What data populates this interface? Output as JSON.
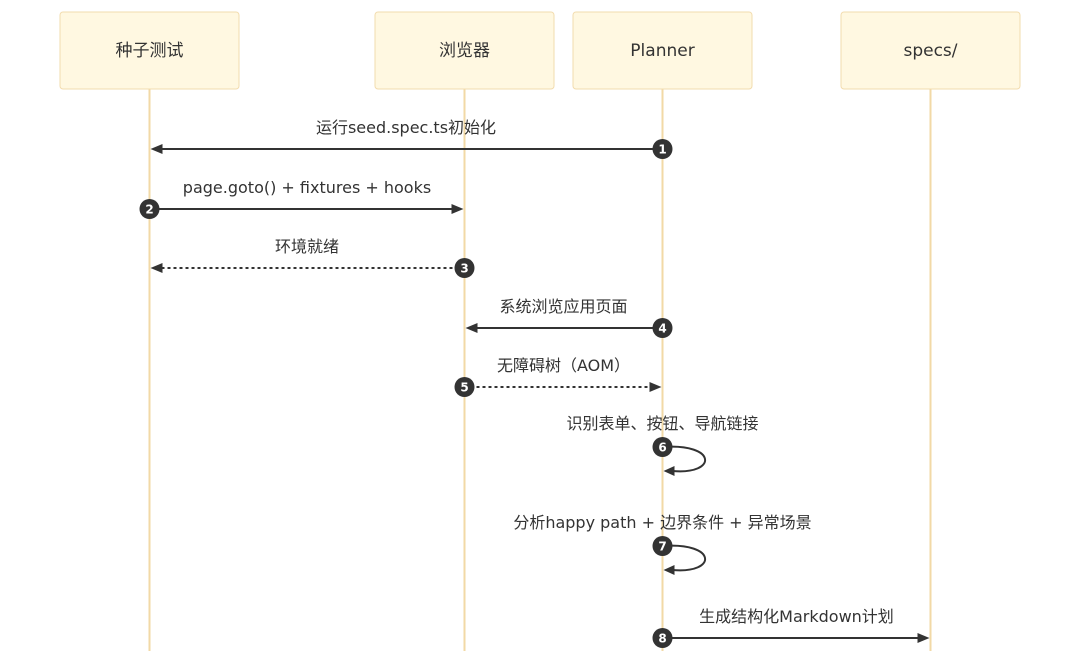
{
  "participants": [
    {
      "id": "seed",
      "label": "种子测试"
    },
    {
      "id": "browser",
      "label": "浏览器"
    },
    {
      "id": "planner",
      "label": "Planner"
    },
    {
      "id": "specs",
      "label": "specs/"
    }
  ],
  "messages": [
    {
      "seq": "1",
      "from": "planner",
      "to": "seed",
      "label": "运行seed.spec.ts初始化",
      "style": "solid"
    },
    {
      "seq": "2",
      "from": "seed",
      "to": "browser",
      "label": "page.goto() + fixtures + hooks",
      "style": "solid"
    },
    {
      "seq": "3",
      "from": "browser",
      "to": "seed",
      "label": "环境就绪",
      "style": "dashed"
    },
    {
      "seq": "4",
      "from": "planner",
      "to": "browser",
      "label": "系统浏览应用页面",
      "style": "solid"
    },
    {
      "seq": "5",
      "from": "browser",
      "to": "planner",
      "label": "无障碍树（AOM）",
      "style": "dashed"
    },
    {
      "seq": "6",
      "from": "planner",
      "to": "planner",
      "label": "识别表单、按钮、导航链接",
      "style": "solid"
    },
    {
      "seq": "7",
      "from": "planner",
      "to": "planner",
      "label": "分析happy path + 边界条件 + 异常场景",
      "style": "solid"
    },
    {
      "seq": "8",
      "from": "planner",
      "to": "specs",
      "label": "生成结构化Markdown计划",
      "style": "solid"
    }
  ]
}
